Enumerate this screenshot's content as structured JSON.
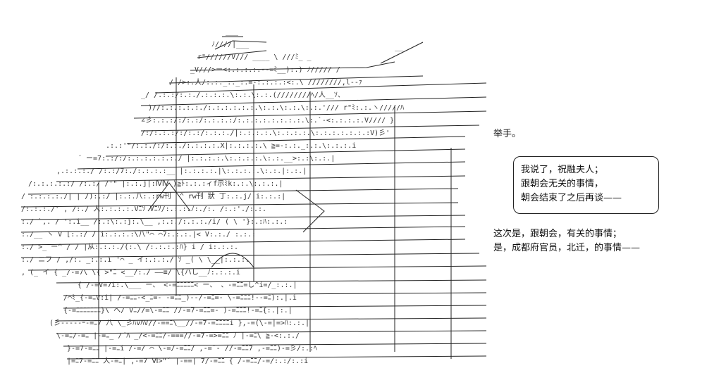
{
  "icons": {
    "art": "ascii-art-palace-crowd-illustration"
  },
  "side_text": {
    "raise_hand": "举手。",
    "bubble_lines": [
      "我说了，祝融夫人；",
      "跟朝会无关的事情，",
      "朝会结束了之后再谈——"
    ],
    "note_lines": [
      "这次是，跟朝会，有关的事情；",
      "是，成都府官员，北迁，的事情——"
    ]
  }
}
